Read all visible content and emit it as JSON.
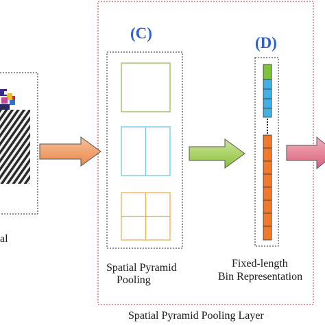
{
  "steps": {
    "c": "(C)",
    "d": "(D)"
  },
  "labels": {
    "spp_line1": "Spatial Pyramid",
    "spp_line2": "Pooling",
    "bin_line1": "Fixed-length",
    "bin_line2": "Bin Representation",
    "layer": "Spatial Pyramid Pooling Layer",
    "left_fragment": "al"
  },
  "colors": {
    "frame": "#e05252",
    "level1": "#8fbf5a",
    "level2": "#6ec6ea",
    "level3": "#e8b34a",
    "bin_green": "#7cc33a",
    "bin_blue": "#3fb1e6",
    "bin_orange": "#f07a2a",
    "arrow1": "#f2a06a",
    "arrow2": "#a3d15a",
    "arrow3": "#e07a8a",
    "step_label": "#2f5fd0"
  }
}
